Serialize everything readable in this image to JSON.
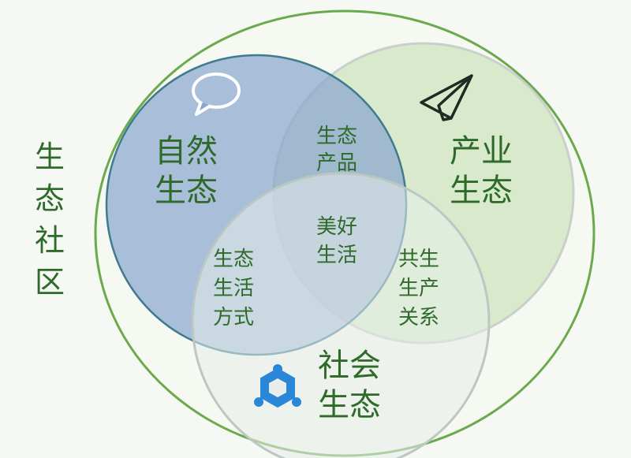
{
  "outer": {
    "label_lines": [
      "生",
      "态",
      "社",
      "区"
    ]
  },
  "nature": {
    "label_lines": [
      "自然",
      "生态"
    ],
    "icon": "chat-bubble-icon"
  },
  "industry": {
    "label_lines": [
      "产业",
      "生态"
    ],
    "icon": "paper-plane-icon"
  },
  "society": {
    "label_lines": [
      "社会",
      "生态"
    ],
    "icon": "network-hexagon-icon"
  },
  "overlaps": {
    "nature_industry": [
      "生态",
      "产品"
    ],
    "nature_society": [
      "生态",
      "生活",
      "方式"
    ],
    "industry_society": [
      "共生",
      "生产",
      "关系"
    ],
    "center": [
      "美好",
      "生活"
    ]
  },
  "colors": {
    "text": "#2e6b2a",
    "outer_stroke": "#6aaa4c",
    "nature_fill": "#9fb4d6",
    "industry_fill": "#d6e8c8",
    "society_fill": "#e8eeec",
    "icon_blue": "#2a86d6"
  }
}
